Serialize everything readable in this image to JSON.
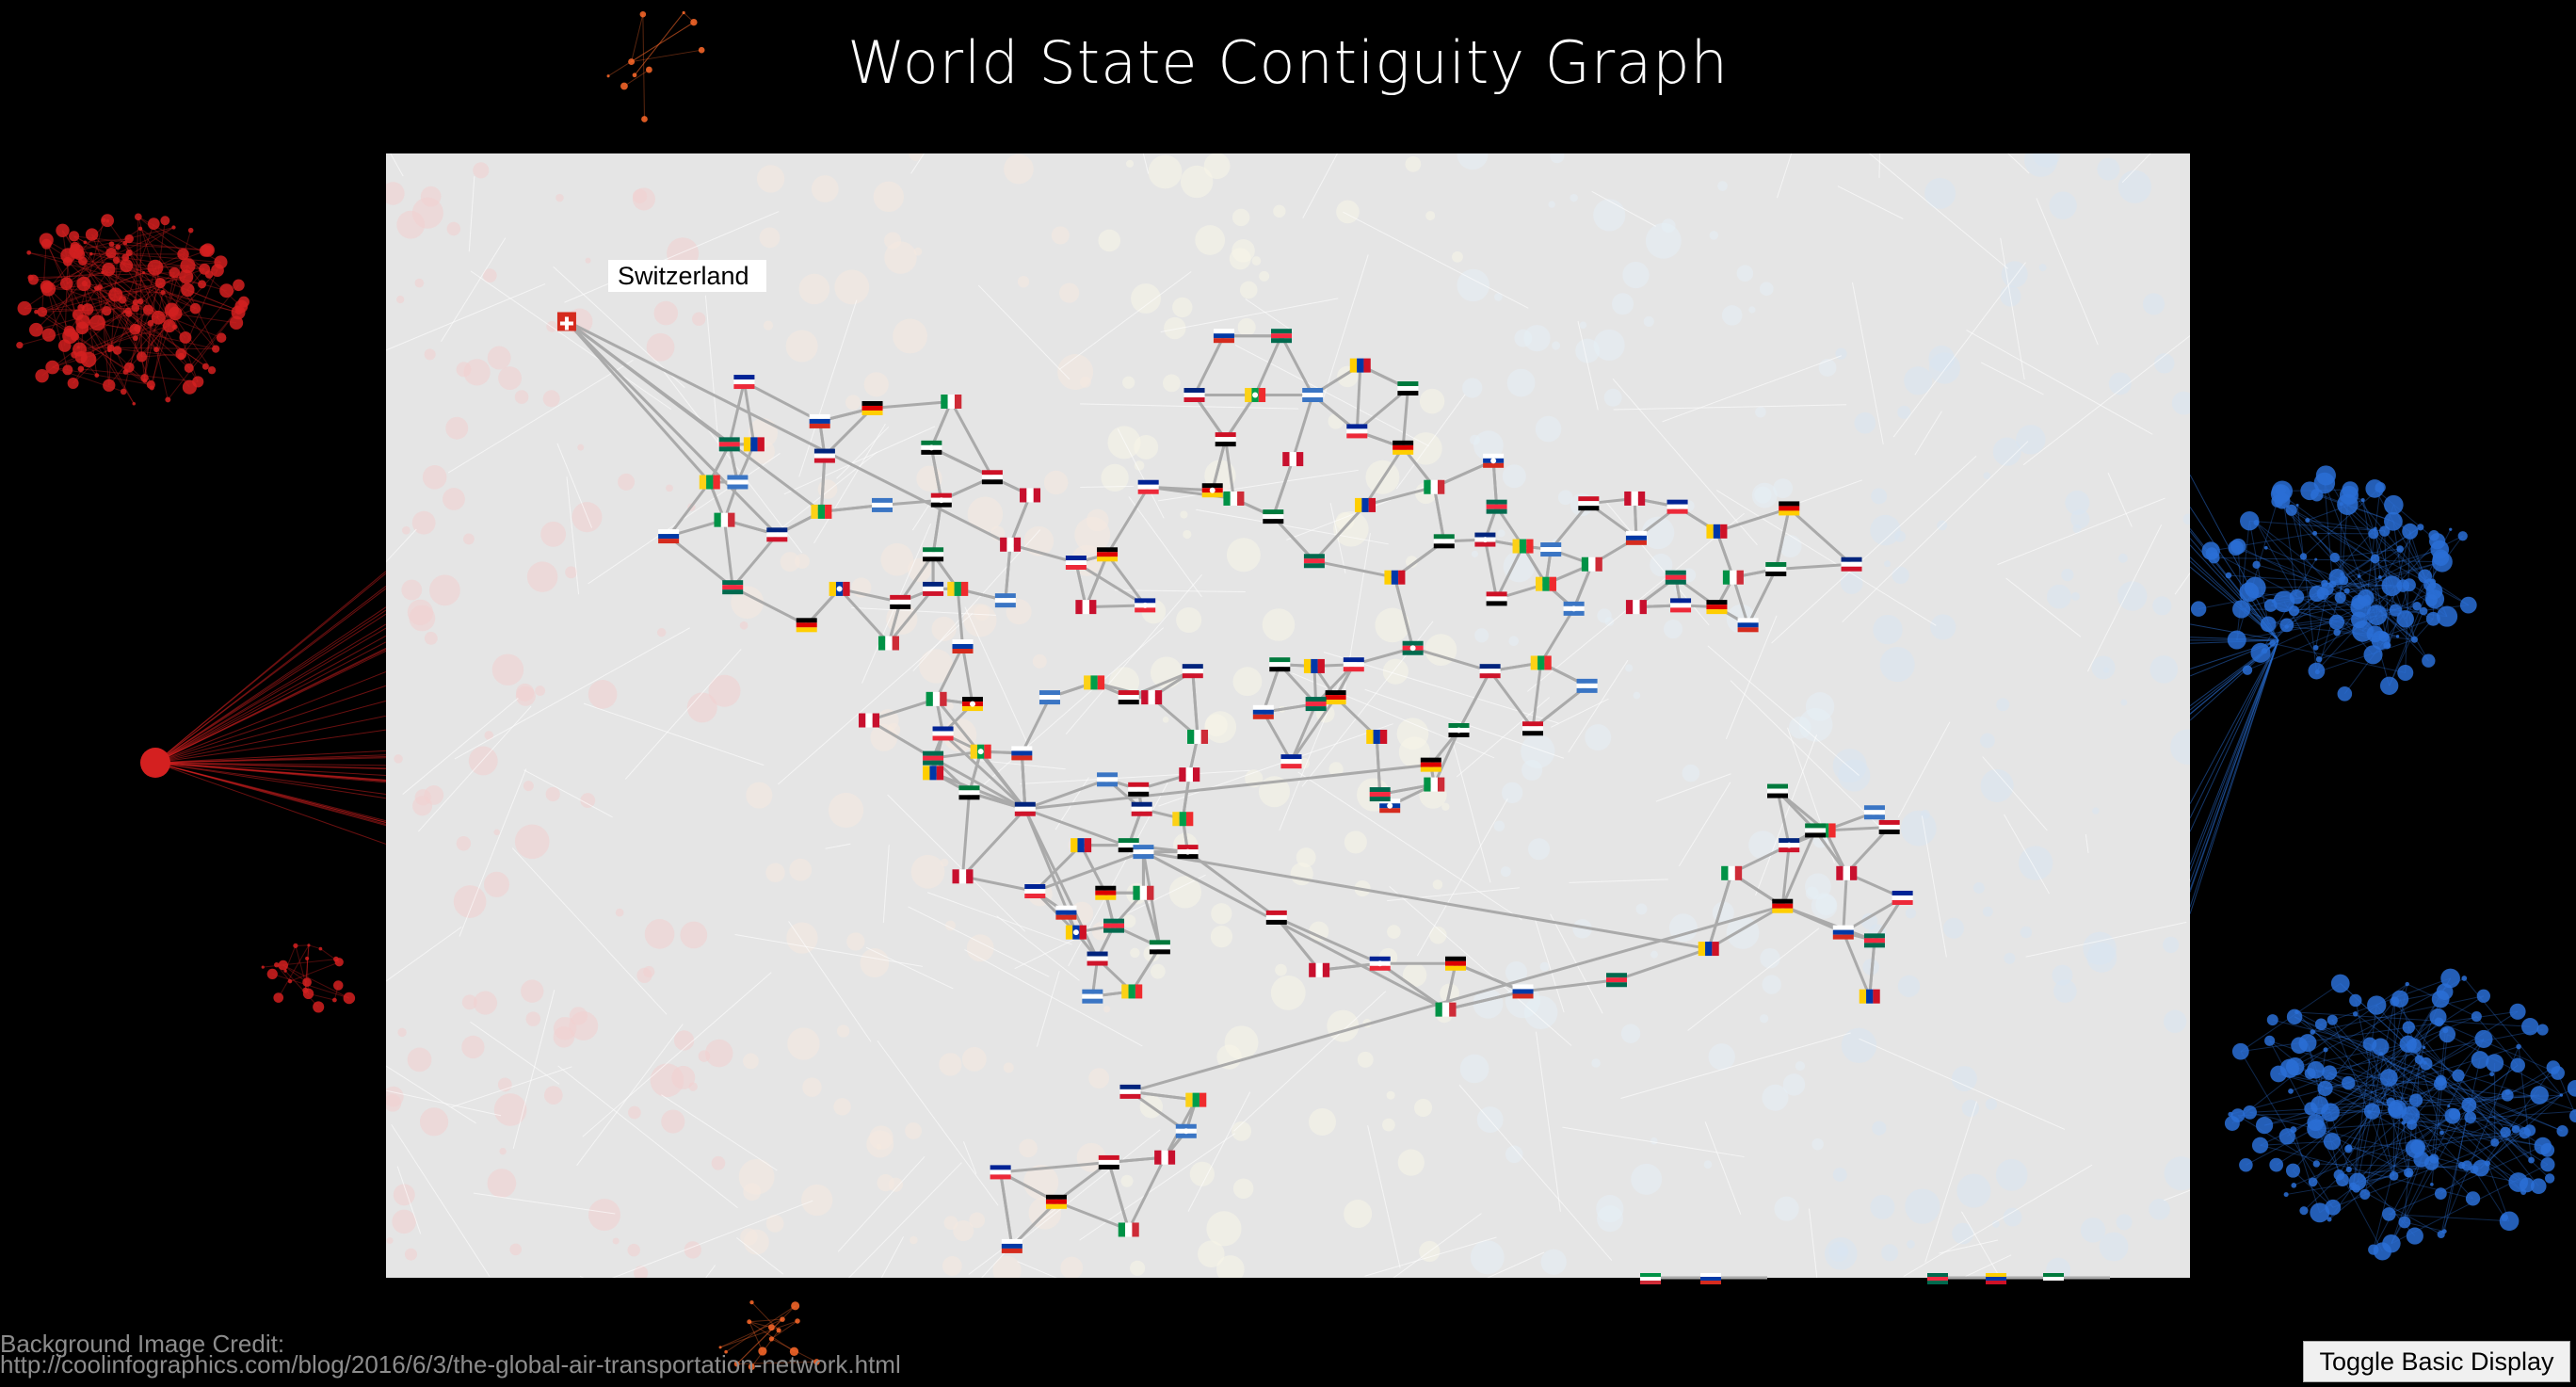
{
  "page": {
    "title": "World State Contiguity Graph",
    "tooltip": "Switzerland",
    "credit_label": "Background Image Credit:",
    "credit_url": "http://coolinfographics.com/blog/2016/6/3/the-global-air-transportation-network.html",
    "toggle_button": "Toggle Basic Display"
  },
  "colors": {
    "background": "#000000",
    "panel": "#e5e5e5",
    "edge": "#aaaaaa",
    "americas_network": "#d42020",
    "asia_pacific_network": "#2a6fd6",
    "europe_network": "#ff6a2a",
    "tooltip_bg": "#ffffff"
  },
  "graph": {
    "hovered_node": "switzerland",
    "flag_icons": [
      "white-cross-on-red",
      "tricolor",
      "bicolor",
      "striped",
      "emblem"
    ]
  }
}
